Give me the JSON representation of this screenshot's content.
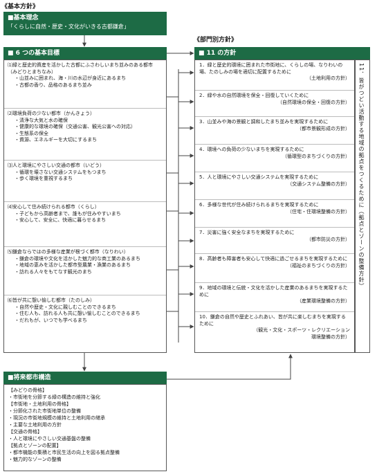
{
  "headings": {
    "basic_policy": "《基本方針》",
    "sectoral_policy": "《部門別方針》"
  },
  "basic_idea": {
    "title": "■基本理念",
    "subtitle": "「くらしに自然・歴史・文化がいきる古都鎌倉」"
  },
  "goals": {
    "title": "■ 6 つの基本目標",
    "items": [
      {
        "title": "⑴緑と歴史的資産を活かした古都にふさわしいまち並みのある都市",
        "sub": "（みどりとまちなみ）",
        "points": [
          "・山並みに囲まれ、海・川の水辺が身近にあるまち",
          "・古都の香り、品格のあるまち並み"
        ]
      },
      {
        "title": "⑵環境負荷の少ない都市（かんきょう）",
        "sub": "",
        "points": [
          "・清浄な大気と水の確保",
          "・健康的な環境の確保（交通公害、観光公害への対応）",
          "・生態系の保全",
          "・資源、エネルギーを大切にするまち"
        ]
      },
      {
        "title": "⑶人と環境にやさしい交通の都市（いどう）",
        "sub": "",
        "points": [
          "・循環を壊さない交通システムをもつまち",
          "・歩く環境を重視するまち"
        ]
      },
      {
        "title": "⑷安心して住み続けられる都市（くらし）",
        "sub": "",
        "points": [
          "・子どもから高齢者まで、誰もが住みやすいまち",
          "・安心して、安全に、快適に暮らせるまち"
        ]
      },
      {
        "title": "⑸鎌倉ならではの多様な産業が根づく都市（なりわい）",
        "sub": "",
        "points": [
          "・鎌倉の環境や文化を活かした魅力的な商工業のあるまち",
          "・地域の恵みを活かした都市型農業・漁業のあるまち",
          "・訪れる人々をもてなす観光のまち"
        ]
      },
      {
        "title": "⑹皆が共に憩い愉しむ都市（たのしみ）",
        "sub": "",
        "points": [
          "・自然や歴史・文化に親しむことのできるまち",
          "・住む人も、訪れる人も共に憩い愉しむことのできるまち",
          "・だれもが、いつでも学べるまち"
        ]
      }
    ]
  },
  "policies": {
    "title": "■ 11 の方針",
    "vertical_label": "11．皆がつどい活動する地域の拠点をつくるために（拠点とゾーンの整備方針）",
    "items": [
      {
        "text": "1．緑と歴史的環境に囲まれた市街地に、くらしの場、なりわいの場、たのしみの場を適切に配置するために",
        "sub": "（土地利用の方針）"
      },
      {
        "text": "2．緑や水の自然環境を保全・回復していくために",
        "sub": "（自然環境の保全・回復の方針）"
      },
      {
        "text": "3．山並みや海の景観と調和したまち並みを実現するために",
        "sub": "（都市景観形成の方針）"
      },
      {
        "text": "4．環境への負荷の少ないまちを実現するために",
        "sub": "（循環型のまちづくりの方針）"
      },
      {
        "text": "5．人と環境にやさしい交通システムを実現するために",
        "sub": "（交通システム整備の方針）"
      },
      {
        "text": "6．多様な世代が住み続けられるまちを実現するために",
        "sub": "（住宅・住環境整備の方針）"
      },
      {
        "text": "7．災害に強く安全なまちを実現するために",
        "sub": "（都市防災の方針）"
      },
      {
        "text": "8．高齢者も障害者も安心して快適に過ごせるまちを実現するために",
        "sub": "（福祉のまちづくりの方針）"
      },
      {
        "text": "9．地域の環境と伝統・文化を活かした産業のあるまちを実現するために",
        "sub": "（産業環境整備の方針）"
      },
      {
        "text": "10．鎌倉の自然や歴史とふれあい、皆が共に楽しむまちを実現するために",
        "sub": "（観光・文化・スポーツ・レクリエーション\n環境整備の方針）"
      }
    ]
  },
  "structure": {
    "title": "■将来都市構造",
    "lines": [
      "【みどりの骨格】",
      "・市街地を分節する緑の構造の維持と強化",
      "【市街地・土地利用の骨格】",
      "・分節化された市街地単位の整備",
      "・現況の市街地規模の維持と土地利用の継承",
      "・主要な土地利用の方針",
      "【交通の骨格】",
      "・人と環境にやさしい交通基盤の整備",
      "【拠点とゾーンの配置】",
      "・都市機能の集積と市民生活の向上を図る拠点整備",
      "・魅力的なゾーンの整備"
    ]
  }
}
